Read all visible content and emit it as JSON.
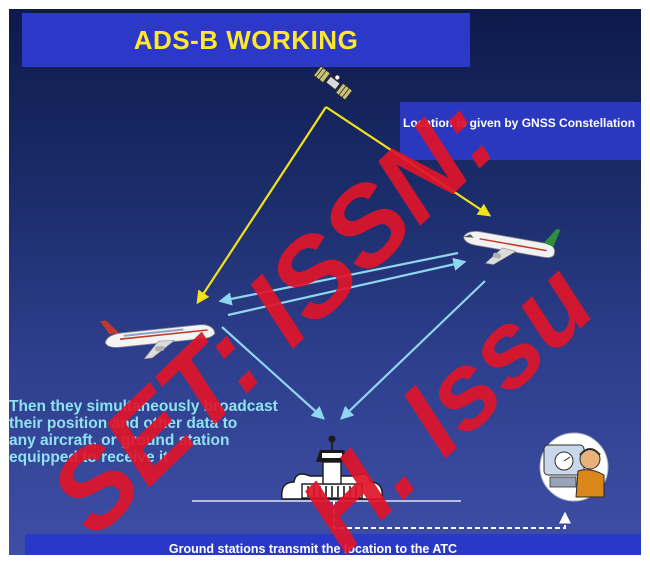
{
  "title": "ADS-B WORKING",
  "gnss_label": "Location is given by GNSS Constellation",
  "broadcast_lines": [
    "Then they simultaneously broadcast",
    "their position and other data to",
    "any aircraft, or ground station",
    "equipped to receive it"
  ],
  "footer_label": "Ground stations transmit the location to the ATC",
  "watermark_lines": [
    "SET: ISSN:",
    "H. Issu"
  ],
  "colors": {
    "title_text": "#ffe82a",
    "label_box": "#2c38c8",
    "satellite_link": "#f2e21a",
    "broadcast_link": "#8fd6ef",
    "broadcast_text": "#8fe3f1",
    "watermark": "#e0142a"
  },
  "icons": {
    "satellite": "satellite-icon",
    "aircraft_right": "airplane-icon",
    "aircraft_left": "airplane-icon",
    "ground_station": "control-tower-icon",
    "atc_operator": "atc-operator-icon"
  }
}
